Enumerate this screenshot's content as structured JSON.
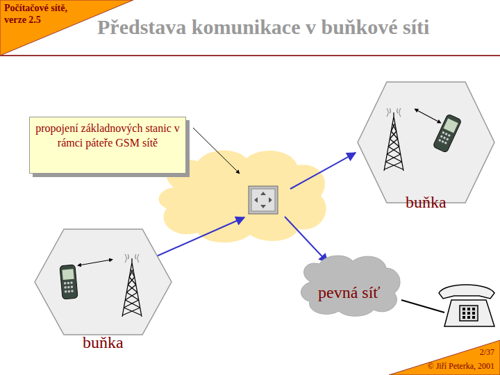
{
  "diagram": {
    "title": "Představa komunikace v buňkové síti",
    "nodes": [
      {
        "text": [
          "propojení základnových stanic v rámci páteře GSM sítě"
        ]
      },
      {
        "text": [
          "buňka"
        ]
      },
      {
        "text": [
          "buňka"
        ]
      },
      {
        "text": [
          "pevná síť"
        ]
      }
    ],
    "labels": [
      "Počítačové sítě, verze 2.5",
      "2/37",
      "© Jiří Peterka, 2001"
    ]
  }
}
